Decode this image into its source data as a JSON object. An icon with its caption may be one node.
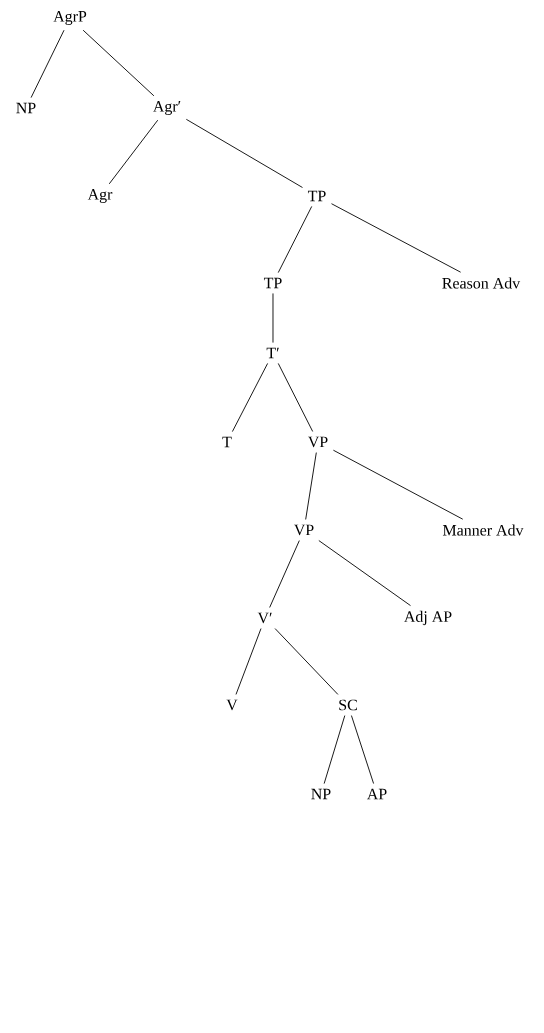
{
  "diagram": {
    "nodes": [
      {
        "text": [
          "AgrP"
        ]
      },
      {
        "text": [
          "NP"
        ]
      },
      {
        "text": [
          "Agr′"
        ]
      },
      {
        "text": [
          "Agr"
        ]
      },
      {
        "text": [
          "TP"
        ]
      },
      {
        "text": [
          "TP"
        ]
      },
      {
        "text": [
          "Reason Adv"
        ]
      },
      {
        "text": [
          "T′"
        ]
      },
      {
        "text": [
          "T"
        ]
      },
      {
        "text": [
          "VP"
        ]
      },
      {
        "text": [
          "VP"
        ]
      },
      {
        "text": [
          "Manner Adv"
        ]
      },
      {
        "text": [
          "V′"
        ]
      },
      {
        "text": [
          "Adj AP"
        ]
      },
      {
        "text": [
          "V"
        ]
      },
      {
        "text": [
          "SC"
        ]
      },
      {
        "text": [
          "NP"
        ]
      },
      {
        "text": [
          "AP"
        ]
      }
    ],
    "edges": [
      {
        "from": 0,
        "to": 1,
        "arrow": "none"
      },
      {
        "from": 0,
        "to": 2,
        "arrow": "none"
      },
      {
        "from": 2,
        "to": 3,
        "arrow": "none"
      },
      {
        "from": 2,
        "to": 4,
        "arrow": "none"
      },
      {
        "from": 4,
        "to": 5,
        "arrow": "none"
      },
      {
        "from": 4,
        "to": 6,
        "arrow": "none"
      },
      {
        "from": 5,
        "to": 7,
        "arrow": "none"
      },
      {
        "from": 7,
        "to": 8,
        "arrow": "none"
      },
      {
        "from": 7,
        "to": 9,
        "arrow": "none"
      },
      {
        "from": 9,
        "to": 10,
        "arrow": "none"
      },
      {
        "from": 9,
        "to": 11,
        "arrow": "none"
      },
      {
        "from": 10,
        "to": 12,
        "arrow": "none"
      },
      {
        "from": 10,
        "to": 13,
        "arrow": "none"
      },
      {
        "from": 12,
        "to": 14,
        "arrow": "none"
      },
      {
        "from": 12,
        "to": 15,
        "arrow": "none"
      },
      {
        "from": 15,
        "to": 16,
        "arrow": "none"
      },
      {
        "from": 15,
        "to": 17,
        "arrow": "none"
      }
    ]
  }
}
